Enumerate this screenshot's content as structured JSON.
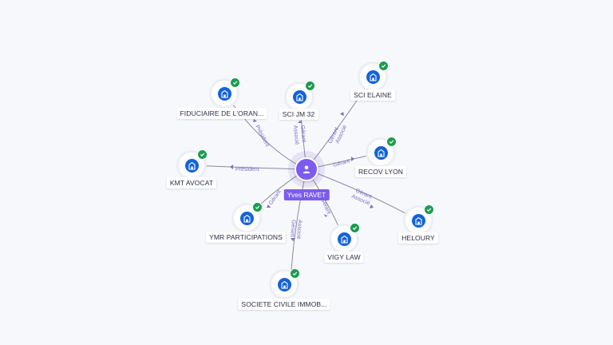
{
  "center": {
    "name": "Yves RAVET",
    "icon": "person-icon",
    "color": "#7c5cf0"
  },
  "colors": {
    "company": "#1463d8",
    "verified": "#1d9b4f",
    "edge_label": "#7b6fc4"
  },
  "nodes": [
    {
      "id": "fiduciaire",
      "name": "FIDUCIAIRE DE L'ORAN...",
      "relation": [
        "Président"
      ]
    },
    {
      "id": "scijm32",
      "name": "SCI JM 32",
      "relation": [
        "Gérant",
        "Associé"
      ]
    },
    {
      "id": "scielaine",
      "name": "SCI ELAINE",
      "relation": [
        "Gérant",
        "Associé"
      ]
    },
    {
      "id": "recovlyon",
      "name": "RECOV LYON",
      "relation": [
        "Gérant"
      ]
    },
    {
      "id": "heloury",
      "name": "HELOURY",
      "relation": [
        "Gérant",
        "Associé"
      ]
    },
    {
      "id": "vigylaw",
      "name": "VIGY LAW",
      "relation": [
        "Gérant"
      ]
    },
    {
      "id": "societecivile",
      "name": "SOCIETE CIVILE IMMOB...",
      "relation": [
        "Gérant",
        "Associé"
      ]
    },
    {
      "id": "ymr",
      "name": "YMR PARTICIPATIONS",
      "relation": [
        "Gérant"
      ]
    },
    {
      "id": "kmt",
      "name": "KMT AVOCAT",
      "relation": [
        "Président"
      ]
    }
  ]
}
